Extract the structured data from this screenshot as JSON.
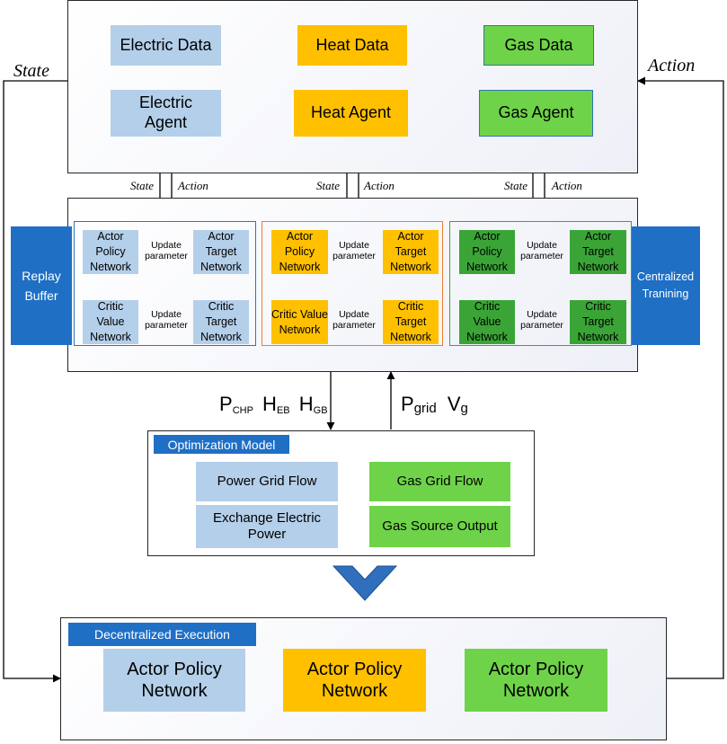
{
  "top_panel": {
    "electric_data": "Electric Data",
    "heat_data": "Heat Data",
    "gas_data": "Gas Data",
    "electric_agent": "Electric Agent",
    "heat_agent": "Heat Agent",
    "gas_agent": "Gas Agent"
  },
  "outer_labels": {
    "state": "State",
    "action": "Action"
  },
  "link_labels": {
    "state": "State",
    "action": "Action"
  },
  "training_panel": {
    "replay_buffer": "Replay Buffer",
    "centralized_training": "Centralized Tranining",
    "actor_policy": "Actor Policy Network",
    "actor_target": "Actor Target Network",
    "critic_value": "Critic Value Network",
    "critic_target": "Critic Target Network",
    "update_line1": "Update",
    "update_line2": "parameter"
  },
  "flow_vars": {
    "down": [
      {
        "base": "P",
        "sub": "CHP"
      },
      {
        "base": "H",
        "sub": "EB"
      },
      {
        "base": "H",
        "sub": "GB"
      }
    ],
    "up": [
      {
        "base": "P",
        "sub": "grid"
      },
      {
        "base": "V",
        "sub": "g"
      }
    ]
  },
  "optimization": {
    "title": "Optimization Model",
    "power_grid_flow": "Power Grid Flow",
    "exchange_power": "Exchange Electric Power",
    "gas_grid_flow": "Gas Grid Flow",
    "gas_source_output": "Gas Source Output"
  },
  "execution": {
    "title": "Decentralized Execution",
    "actor": "Actor Policy Network"
  },
  "colors": {
    "blue": "#b4cfe9",
    "orange": "#ffc000",
    "green": "#6fd349",
    "dark_green": "#3aa536",
    "accent_blue": "#1f6fc5",
    "chevron": "#2f6fbe"
  }
}
